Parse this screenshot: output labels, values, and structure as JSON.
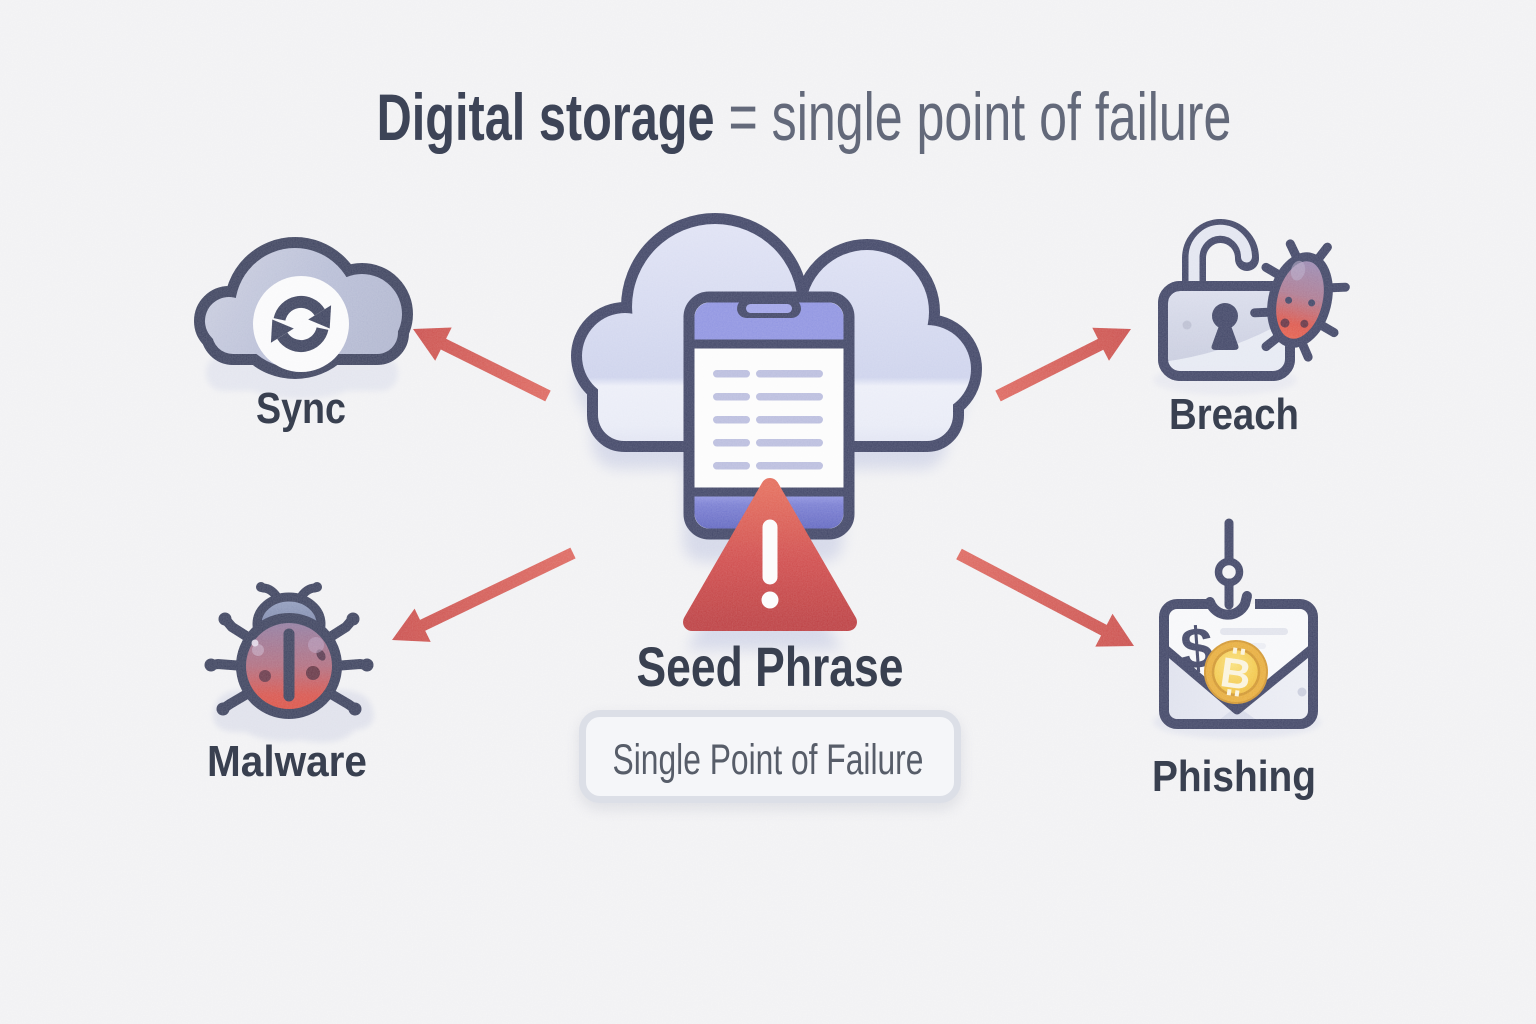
{
  "title": {
    "bold": "Digital storage",
    "rest": "= single point of failure"
  },
  "center": {
    "label": "Seed Phrase",
    "pill": "Single Point of Failure"
  },
  "nodes": {
    "sync": {
      "label": "Sync"
    },
    "breach": {
      "label": "Breach"
    },
    "malware": {
      "label": "Malware"
    },
    "phishing": {
      "label": "Phishing"
    }
  },
  "icons": {
    "dollar": "$",
    "bitcoin": "B",
    "warning": "!"
  },
  "colors": {
    "background": "#f4f4f6",
    "outline_navy": "#30365a",
    "cloud_fill": "#d8dcf3",
    "accent_red": "#d84c46",
    "phone_purple": "#8d91e4",
    "coin_gold": "#eab032",
    "text_dark": "#394050",
    "text_gray": "#63697a"
  }
}
